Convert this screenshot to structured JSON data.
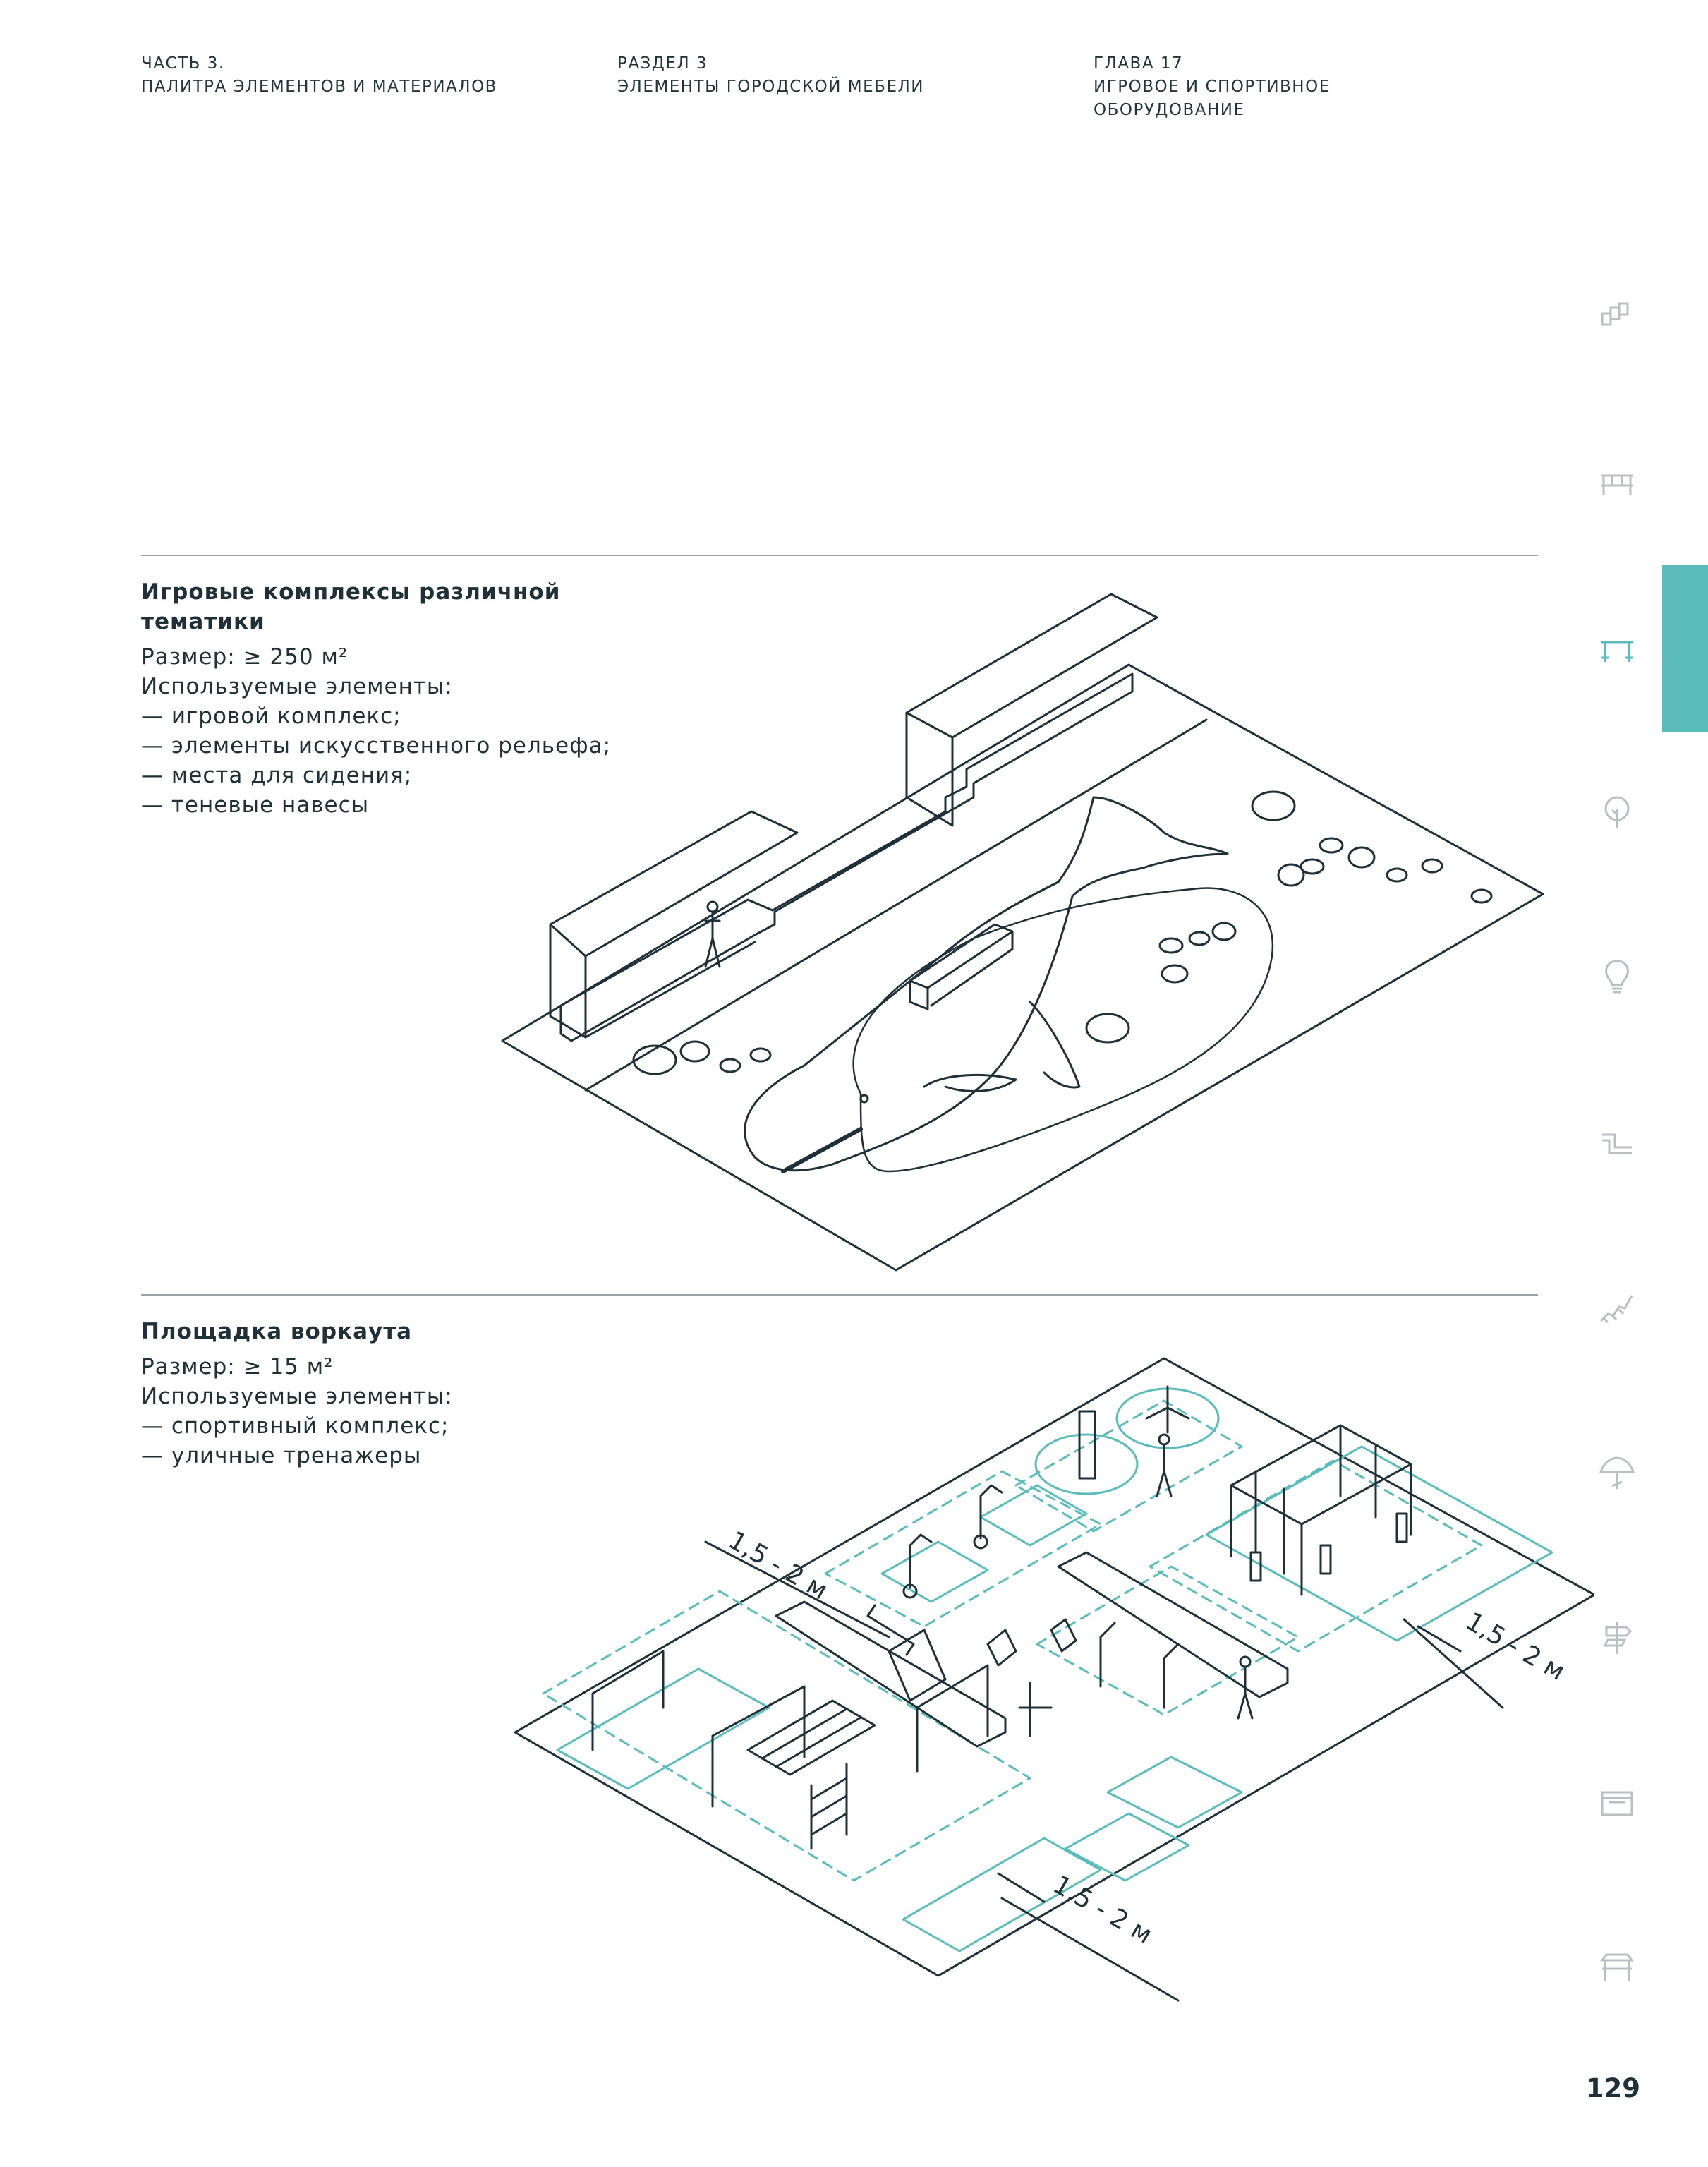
{
  "header": {
    "part": [
      "ЧАСТЬ 3.",
      "ПАЛИТРА ЭЛЕМЕНТОВ И МАТЕРИАЛОВ"
    ],
    "section": [
      "РАЗДЕЛ 3",
      "ЭЛЕМЕНТЫ ГОРОДСКОЙ МЕБЕЛИ"
    ],
    "chapter": [
      "ГЛАВА 17",
      "ИГРОВОЕ И СПОРТИВНОЕ",
      "ОБОРУДОВАНИЕ"
    ]
  },
  "blocks": [
    {
      "title": [
        "Игровые комплексы различной",
        "тематики"
      ],
      "lines": [
        "Размер: ≥ 250 м²",
        "Используемые элементы:",
        "— игровой комплекс;",
        "— элементы искусственного рельефа;",
        "— места для сидения;",
        "— теневые навесы"
      ]
    },
    {
      "title": [
        "Площадка воркаута"
      ],
      "lines": [
        "Размер: ≥ 15 м²",
        "Используемые элементы:",
        "— спортивный комплекс;",
        "— уличные тренажеры"
      ]
    }
  ],
  "dimensions": {
    "d1": "1,5 - 2 м",
    "d2": "1,5 - 2 м",
    "d3": "1,5 - 2 м"
  },
  "page_number": "129",
  "colors": {
    "line": "#1f3038",
    "accent": "#5bbcbc",
    "icon": "#b9c0c3"
  },
  "side_icons": [
    "buildings-icon",
    "bench-icon",
    "table-icon",
    "tree-icon",
    "lightbulb-icon",
    "pipe-icon",
    "stairs-icon",
    "umbrella-icon",
    "signpost-icon",
    "kiosk-icon",
    "pavilion-icon"
  ],
  "active_icon": "table-icon"
}
